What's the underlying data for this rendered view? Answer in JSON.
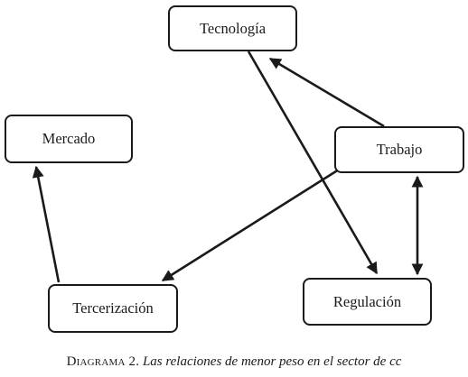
{
  "nodes": {
    "tecnologia": "Tecnología",
    "mercado": "Mercado",
    "trabajo": "Trabajo",
    "tercerizacion": "Tercerización",
    "regulacion": "Regulación"
  },
  "edges": [
    {
      "from": "trabajo",
      "to": "tecnologia",
      "direction": "forward"
    },
    {
      "from": "tecnologia",
      "to": "regulacion",
      "direction": "forward"
    },
    {
      "from": "trabajo",
      "to": "tercerizacion",
      "direction": "forward"
    },
    {
      "from": "tercerizacion",
      "to": "mercado",
      "direction": "forward"
    },
    {
      "from": "trabajo",
      "to": "regulacion",
      "direction": "both"
    }
  ],
  "caption": {
    "label": "Diagrama 2.",
    "text": "Las relaciones de menor peso en el sector de cc"
  },
  "colors": {
    "stroke": "#1a1a1a",
    "background": "#ffffff"
  }
}
